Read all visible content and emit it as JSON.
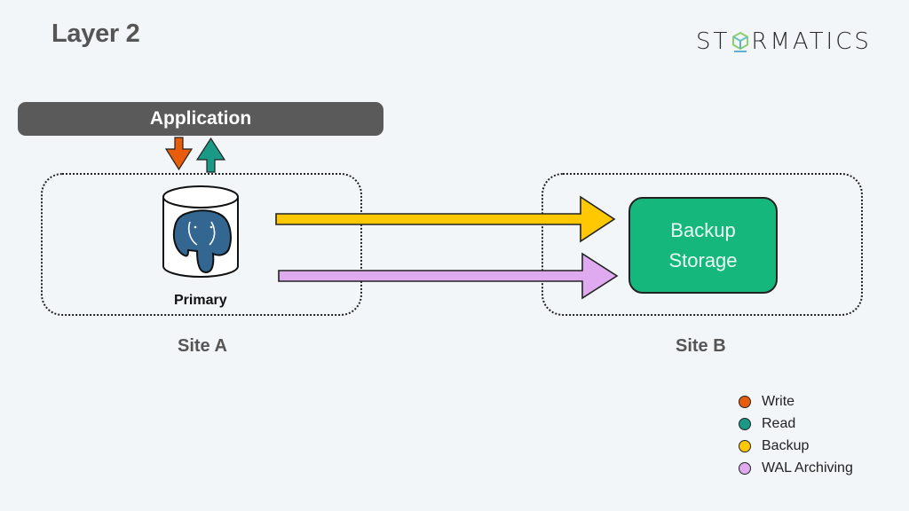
{
  "header": {
    "title": "Layer 2"
  },
  "logo": {
    "text_before": "ST",
    "text_after": "RMATICS",
    "icon": "cube-icon"
  },
  "application": {
    "label": "Application"
  },
  "site_a": {
    "label": "Site A",
    "node_label": "Primary",
    "node_icon": "postgresql-elephant-icon"
  },
  "site_b": {
    "label": "Site B",
    "storage_line1": "Backup",
    "storage_line2": "Storage"
  },
  "flows": [
    {
      "name": "Write",
      "from": "Application",
      "to": "Primary",
      "color": "#e85d0c"
    },
    {
      "name": "Read",
      "from": "Primary",
      "to": "Application",
      "color": "#1a9a86"
    },
    {
      "name": "Backup",
      "from": "Primary",
      "to": "Backup Storage",
      "color": "#ffc800"
    },
    {
      "name": "WAL Archiving",
      "from": "Primary",
      "to": "Backup Storage",
      "color": "#e0aaf0"
    }
  ],
  "legend": [
    {
      "label": "Write",
      "color": "#e85d0c"
    },
    {
      "label": "Read",
      "color": "#1a9a86"
    },
    {
      "label": "Backup",
      "color": "#ffc800"
    },
    {
      "label": "WAL Archiving",
      "color": "#e0aaf0"
    }
  ]
}
